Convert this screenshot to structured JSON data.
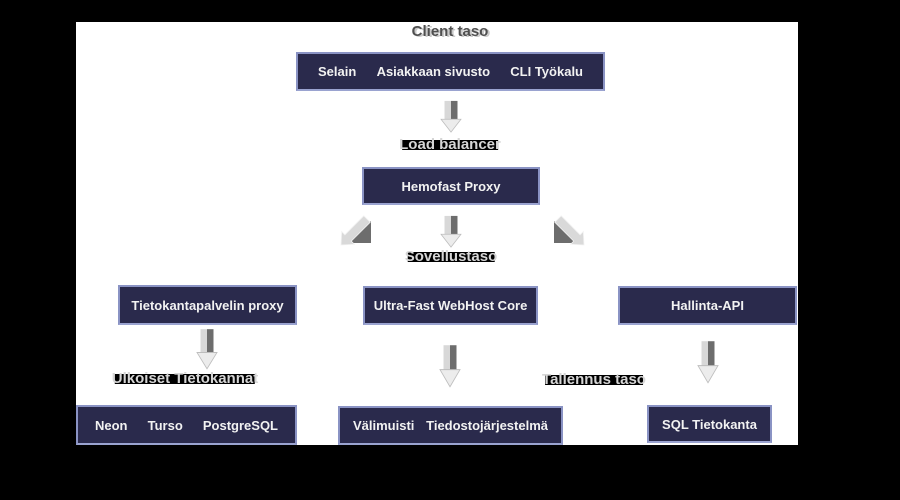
{
  "diagram": {
    "tiers": {
      "client": "Client taso",
      "load_balancer": "Load balancer",
      "application": "Sovellustaso",
      "external_databases": "Ulkoiset Tietokannat",
      "storage": "Tallennus taso"
    },
    "nodes": {
      "client_group": {
        "items": [
          "Selain",
          "Asiakkaan sivusto",
          "CLI Työkalu"
        ]
      },
      "proxy": {
        "label": "Hemofast Proxy"
      },
      "db_proxy": {
        "label": "Tietokantapalvelin proxy"
      },
      "webhost": {
        "label": "Ultra-Fast WebHost Core"
      },
      "management_api": {
        "label": "Hallinta-API"
      },
      "external_db_group": {
        "items": [
          "Neon",
          "Turso",
          "PostgreSQL"
        ]
      },
      "storage_group": {
        "items": [
          "Välimuisti",
          "Tiedostojärjestelmä"
        ]
      },
      "sql_db": {
        "label": "SQL Tietokanta"
      }
    },
    "icons": {
      "down": "down-arrow-icon",
      "down_left": "diagonal-down-left-arrow-icon",
      "down_right": "diagonal-down-right-arrow-icon"
    },
    "colors": {
      "background": "#000000",
      "canvas": "#ffffff",
      "node_fill": "#2a2a4c",
      "node_border": "#8a93c4",
      "node_text": "#f2f2f2",
      "tier_label_text": "#d6d6d6",
      "tier_label_band": "#000000",
      "client_title_text": "#4f4f4f",
      "arrow_light": "#d8d8d8",
      "arrow_dark": "#6d6d6d"
    }
  }
}
